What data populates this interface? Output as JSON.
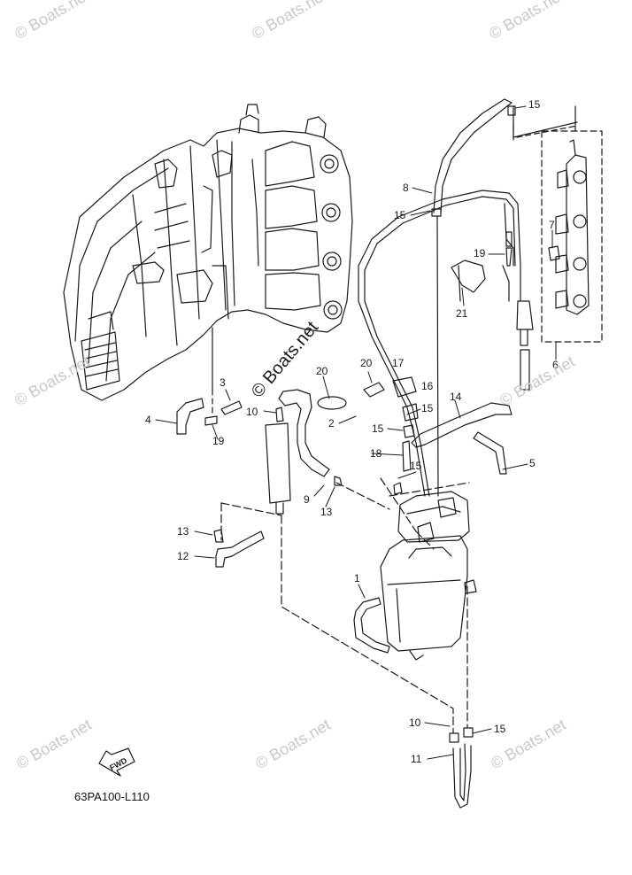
{
  "watermark": "© Boats.net",
  "diagram_code": "63PA100-L110",
  "fwd_label": "FWD",
  "callouts": [
    "1",
    "2",
    "3",
    "4",
    "5",
    "6",
    "7",
    "8",
    "9",
    "10",
    "10",
    "11",
    "12",
    "13",
    "13",
    "14",
    "15",
    "15",
    "15",
    "15",
    "15",
    "15",
    "16",
    "17",
    "18",
    "19",
    "19",
    "19",
    "20",
    "20",
    "21"
  ],
  "colors": {
    "line": "#1a1a1a",
    "watermark": "#c8c8c8"
  }
}
